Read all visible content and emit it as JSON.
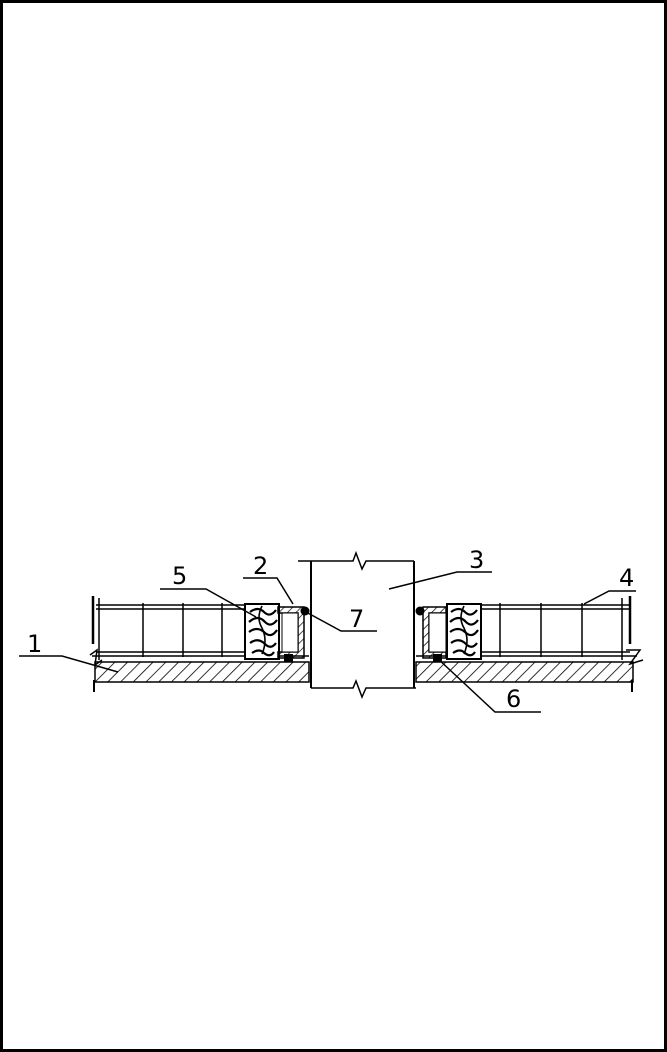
{
  "drawing": {
    "callouts": [
      {
        "id": "1",
        "label": "1"
      },
      {
        "id": "2",
        "label": "2"
      },
      {
        "id": "3",
        "label": "3"
      },
      {
        "id": "4",
        "label": "4"
      },
      {
        "id": "5",
        "label": "5"
      },
      {
        "id": "6",
        "label": "6"
      },
      {
        "id": "7",
        "label": "7"
      }
    ],
    "colors": {
      "line": "#000000",
      "background": "#ffffff"
    }
  }
}
